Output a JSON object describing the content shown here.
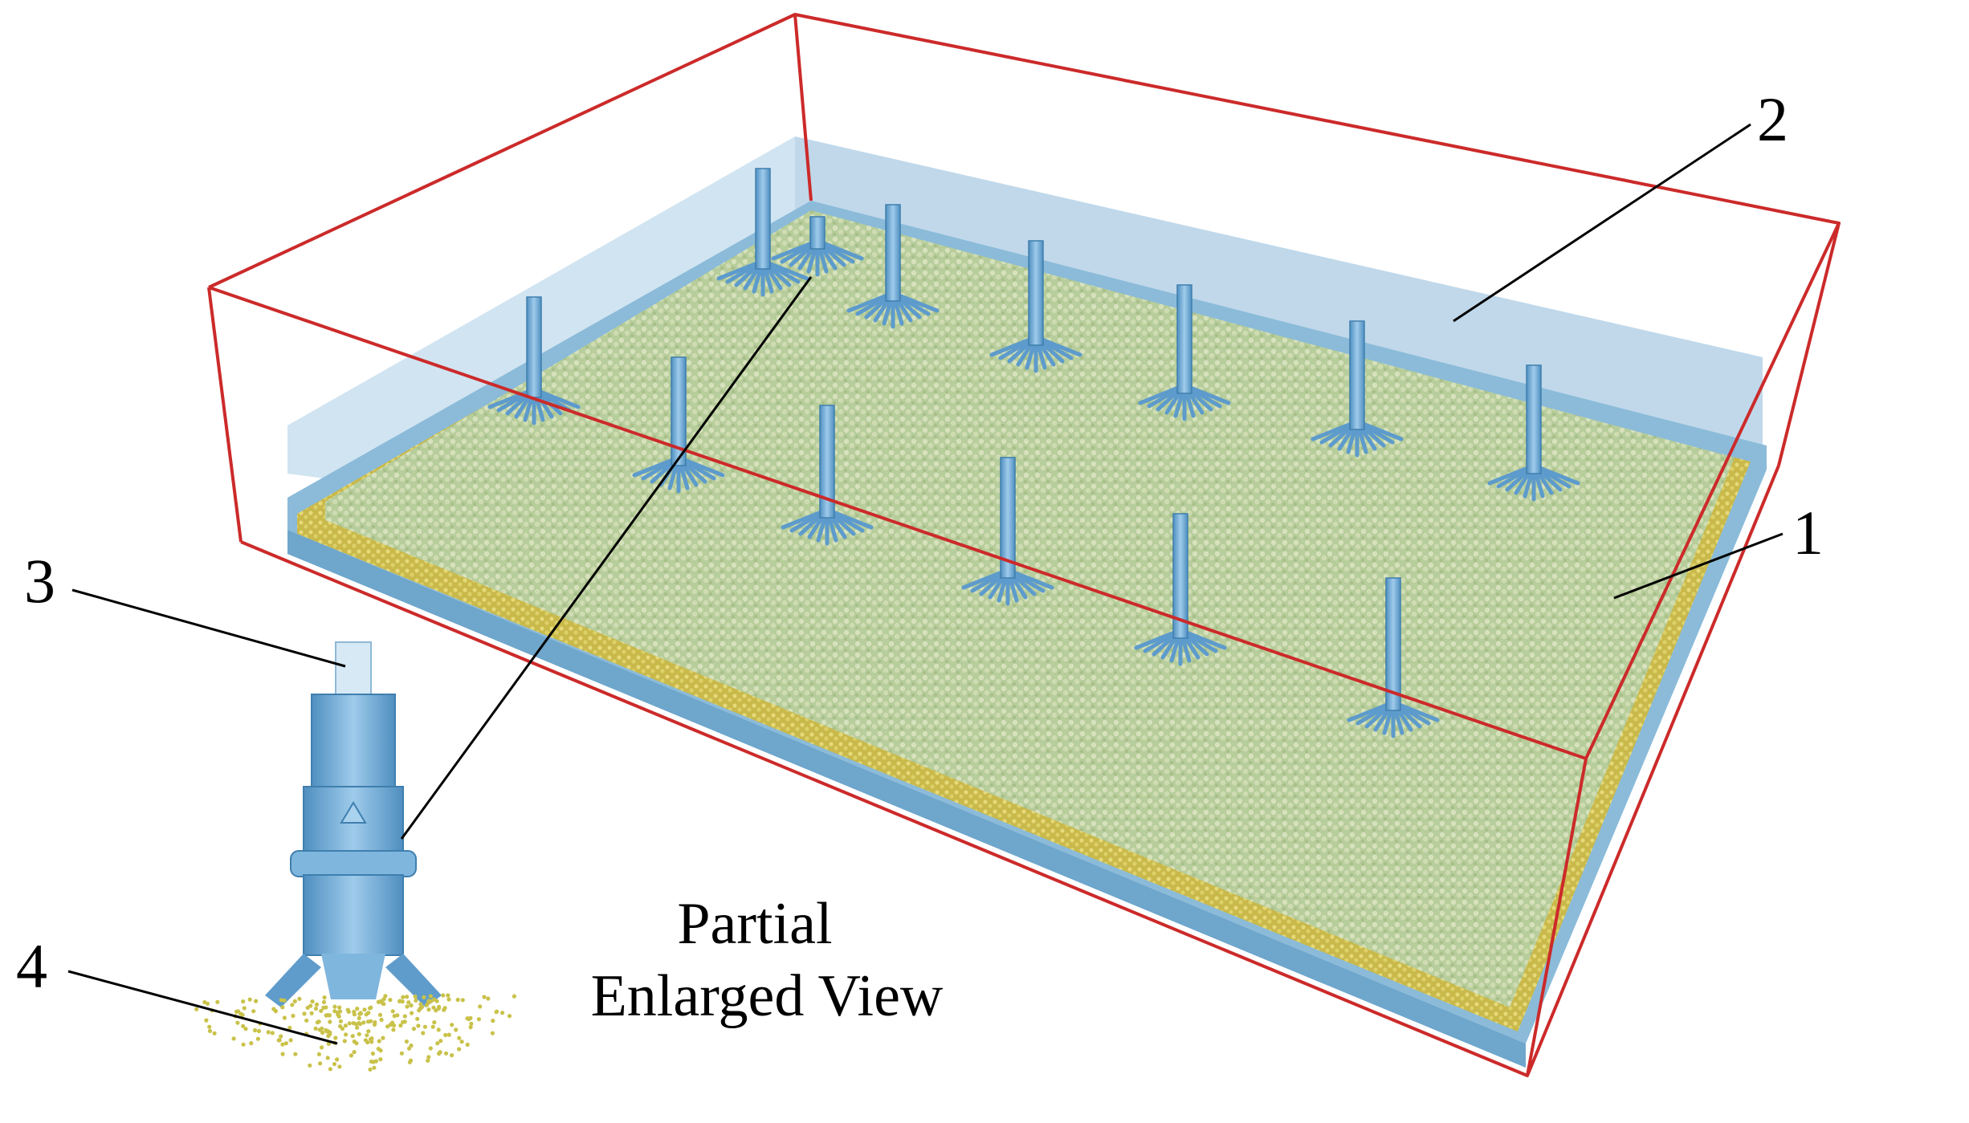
{
  "figure": {
    "callouts": [
      {
        "id": "1",
        "label": "1"
      },
      {
        "id": "2",
        "label": "2"
      },
      {
        "id": "3",
        "label": "3"
      },
      {
        "id": "4",
        "label": "4"
      }
    ],
    "caption_line1": "Partial",
    "caption_line2": "Enlarged View"
  },
  "colors": {
    "frame": "#cc2a2a",
    "water": "#a9cbe0",
    "plate": "#7fb3d6",
    "bed_green": "#b9cd9c",
    "bed_yellow": "#d4c35a",
    "pile": "#6fa9d3",
    "particles": "#c9c24a"
  },
  "counts": {
    "piles": 13
  }
}
